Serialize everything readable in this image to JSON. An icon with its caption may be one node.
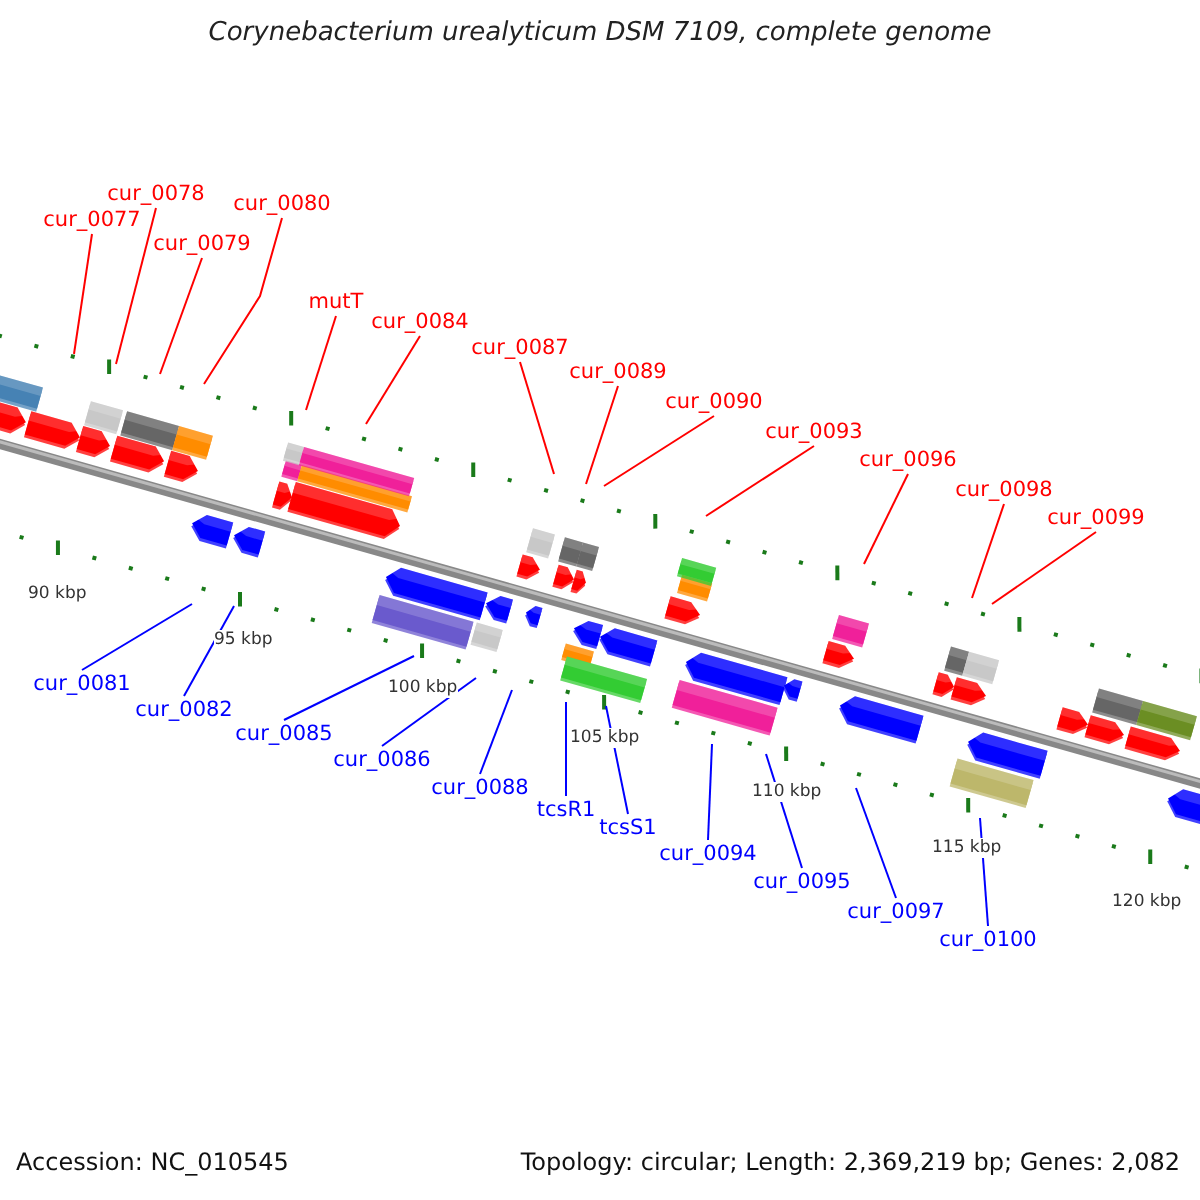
{
  "diagram": {
    "title": "Corynebacterium urealyticum DSM 7109, complete genome",
    "nodes": [
      {
        "text": [
          "cur_0077"
        ]
      },
      {
        "text": [
          "cur_0078"
        ]
      },
      {
        "text": [
          "cur_0079"
        ]
      },
      {
        "text": [
          "cur_0080"
        ]
      },
      {
        "text": [
          "mutT"
        ]
      },
      {
        "text": [
          "cur_0084"
        ]
      },
      {
        "text": [
          "cur_0087"
        ]
      },
      {
        "text": [
          "cur_0089"
        ]
      },
      {
        "text": [
          "cur_0090"
        ]
      },
      {
        "text": [
          "cur_0093"
        ]
      },
      {
        "text": [
          "cur_0096"
        ]
      },
      {
        "text": [
          "cur_0098"
        ]
      },
      {
        "text": [
          "cur_0099"
        ]
      },
      {
        "text": [
          "cur_0081"
        ]
      },
      {
        "text": [
          "cur_0082"
        ]
      },
      {
        "text": [
          "cur_0085"
        ]
      },
      {
        "text": [
          "cur_0086"
        ]
      },
      {
        "text": [
          "cur_0088"
        ]
      },
      {
        "text": [
          "tcsR1"
        ]
      },
      {
        "text": [
          "tcsS1"
        ]
      },
      {
        "text": [
          "cur_0094"
        ]
      },
      {
        "text": [
          "cur_0095"
        ]
      },
      {
        "text": [
          "cur_0097"
        ]
      },
      {
        "text": [
          "cur_0100"
        ]
      }
    ],
    "edges": [
      {
        "from": 0,
        "to": null,
        "arrow": "none"
      },
      {
        "from": 1,
        "to": null,
        "arrow": "none"
      },
      {
        "from": 2,
        "to": null,
        "arrow": "none"
      },
      {
        "from": 3,
        "to": null,
        "arrow": "none"
      },
      {
        "from": 4,
        "to": null,
        "arrow": "none"
      },
      {
        "from": 5,
        "to": null,
        "arrow": "none"
      },
      {
        "from": 6,
        "to": null,
        "arrow": "none"
      },
      {
        "from": 7,
        "to": null,
        "arrow": "none"
      },
      {
        "from": 8,
        "to": null,
        "arrow": "none"
      },
      {
        "from": 9,
        "to": null,
        "arrow": "none"
      },
      {
        "from": 10,
        "to": null,
        "arrow": "none"
      },
      {
        "from": 11,
        "to": null,
        "arrow": "none"
      },
      {
        "from": 12,
        "to": null,
        "arrow": "none"
      },
      {
        "from": 13,
        "to": null,
        "arrow": "none",
        "color": "#0000ff"
      },
      {
        "from": 14,
        "to": null,
        "arrow": "none",
        "color": "#0000ff"
      },
      {
        "from": 15,
        "to": null,
        "arrow": "none",
        "color": "#0000ff"
      },
      {
        "from": 16,
        "to": null,
        "arrow": "none",
        "color": "#0000ff"
      },
      {
        "from": 17,
        "to": null,
        "arrow": "none",
        "color": "#0000ff"
      },
      {
        "from": 18,
        "to": null,
        "arrow": "none",
        "color": "#0000ff"
      },
      {
        "from": 19,
        "to": null,
        "arrow": "none",
        "color": "#0000ff"
      },
      {
        "from": 20,
        "to": null,
        "arrow": "none",
        "color": "#0000ff"
      },
      {
        "from": 21,
        "to": null,
        "arrow": "none",
        "color": "#0000ff"
      },
      {
        "from": 22,
        "to": null,
        "arrow": "none",
        "color": "#0000ff"
      },
      {
        "from": 23,
        "to": null,
        "arrow": "none",
        "color": "#0000ff"
      }
    ],
    "labels": [
      "90 kbp",
      "95 kbp",
      "100 kbp",
      "105 kbp",
      "110 kbp",
      "115 kbp",
      "120 kbp",
      "Accession: NC_010545",
      "Topology: circular; Length: 2,369,219 bp; Genes: 2,082"
    ]
  }
}
